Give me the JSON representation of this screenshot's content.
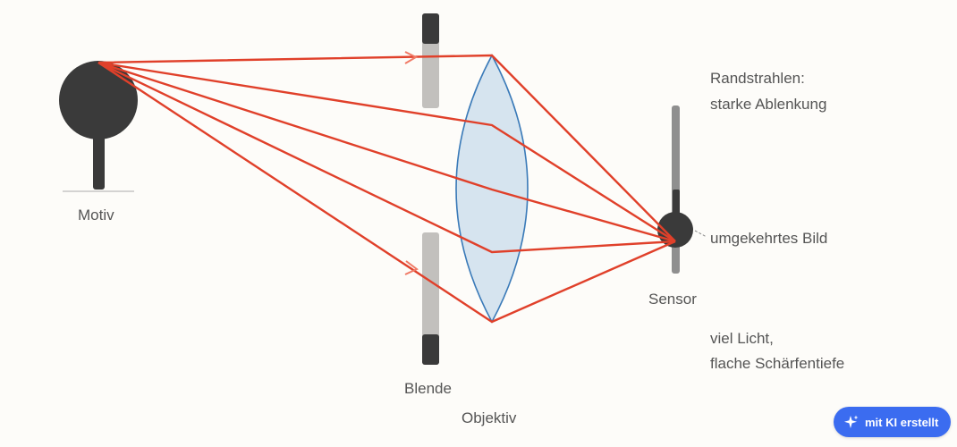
{
  "labels": {
    "motiv": "Motiv",
    "blende": "Blende",
    "objektiv": "Objektiv",
    "sensor": "Sensor",
    "randstrahlen_line1": "Randstrahlen:",
    "randstrahlen_line2": "starke Ablenkung",
    "umgekehrtes_bild": "umgekehrtes Bild",
    "licht_line1": "viel Licht,",
    "licht_line2": "flache Schärfentiefe"
  },
  "badge": {
    "label": "mit KI erstellt",
    "icon": "sparkle-icon"
  },
  "colors": {
    "ray": "#e0402a",
    "lens_fill": "#d6e4ef",
    "lens_stroke": "#3a7ab8",
    "object": "#3a3a3a",
    "aperture_open": "#c2c0bd",
    "badge": "#3b6cf0"
  }
}
